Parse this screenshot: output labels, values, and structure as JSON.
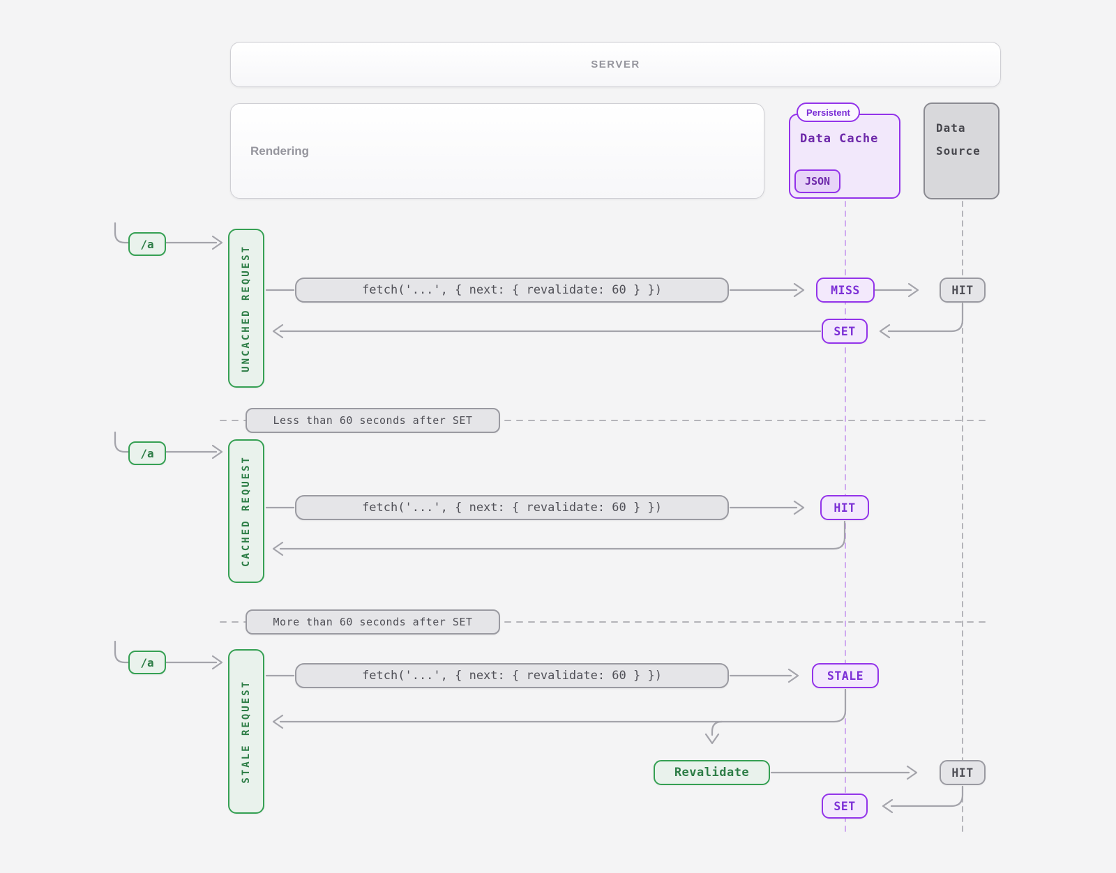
{
  "colors": {
    "bg": "#f4f4f5",
    "line": "#a4a4ab",
    "purple-border": "#9333ea",
    "purple-text": "#7c2fd6",
    "purple-bg": "#f3e9fc",
    "purple-dash": "#cfa9f0",
    "green-border": "#35a053",
    "green-text": "#2d7d46",
    "green-bg": "#e9f2ec",
    "gray-border": "#9a9aa1",
    "gray-bg": "#e5e5e8",
    "gray-text": "#505057",
    "gray-dash": "#b4b4b9",
    "heading-text": "#95959d"
  },
  "server": {
    "title": "SERVER"
  },
  "rendering": {
    "title": "Rendering"
  },
  "data_cache": {
    "badge": "Persistent",
    "title": "Data Cache",
    "tag": "JSON"
  },
  "data_source": {
    "title": "Data Source"
  },
  "rows": [
    {
      "route": "/a",
      "label": "UNCACHED REQUEST",
      "fetch": "fetch('...', { next: { revalidate: 60 } })",
      "cache_result": "MISS",
      "source_result": "HIT",
      "cache_write": "SET"
    },
    {
      "route": "/a",
      "label": "CACHED REQUEST",
      "fetch": "fetch('...', { next: { revalidate: 60 } })",
      "cache_result": "HIT"
    },
    {
      "route": "/a",
      "label": "STALE REQUEST",
      "fetch": "fetch('...', { next: { revalidate: 60 } })",
      "cache_result": "STALE",
      "revalidate": "Revalidate",
      "source_result": "HIT",
      "cache_write": "SET"
    }
  ],
  "dividers": [
    {
      "label": "Less than 60 seconds after SET"
    },
    {
      "label": "More than 60 seconds after SET"
    }
  ]
}
